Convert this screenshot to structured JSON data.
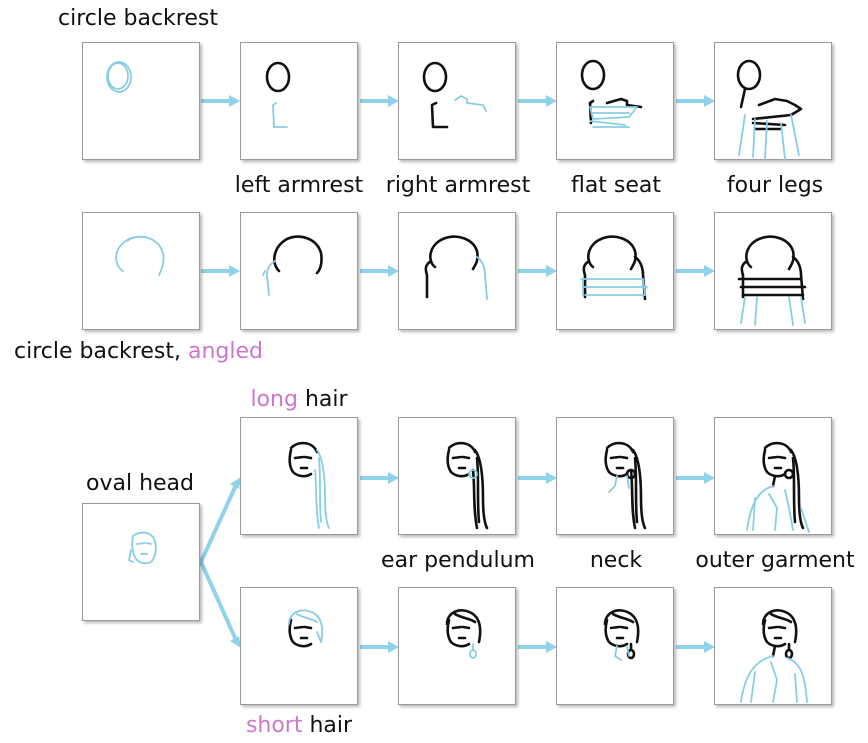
{
  "colors": {
    "accent": "#cc77cc",
    "new_stroke": "#88cde4",
    "arrow": "#8fd3ea",
    "prior_stroke": "#111111"
  },
  "chair_row1": {
    "title": "circle backrest",
    "steps": [
      "left armrest",
      "right armrest",
      "flat seat",
      "four legs"
    ]
  },
  "chair_row2": {
    "title_prefix": "circle backrest, ",
    "title_accent": "angled"
  },
  "portrait": {
    "start": "oval head",
    "long_branch": {
      "accent": "long",
      "suffix": " hair"
    },
    "short_branch": {
      "accent": "short",
      "suffix": " hair"
    },
    "steps": [
      "ear pendulum",
      "neck",
      "outer garment"
    ]
  }
}
